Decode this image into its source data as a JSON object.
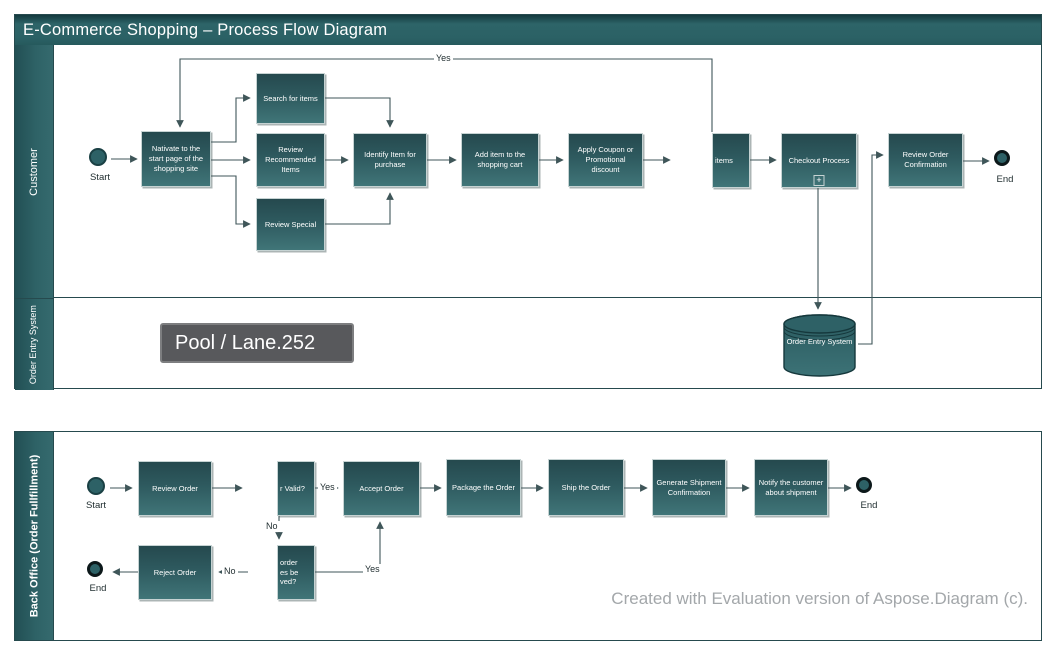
{
  "pool1": {
    "title": "E-Commerce Shopping – Process Flow Diagram",
    "lane_customer": "Customer",
    "lane_order_entry": "Order Entry System",
    "start_label": "Start",
    "end_label": "End",
    "yes_label": "Yes",
    "nodes": {
      "navigate": "Nativate to the start page of the shopping site",
      "search_items": "Search for items",
      "review_recommended": "Review Recommended Items",
      "review_special": "Review Special",
      "identify_item": "Identify Item for purchase",
      "add_item": "Add item to the shopping cart",
      "apply_coupon": "Apply Coupon or Promotional discount",
      "items_clipped": "items",
      "checkout": "Checkout Process",
      "checkout_plus": "+",
      "review_confirmation": "Review Order Confirmation",
      "datastore": "Order Entry System"
    }
  },
  "tooltip_label": "Pool / Lane.252",
  "pool2": {
    "lane_label": "Back Office (Order Fullfillment)",
    "start_label": "Start",
    "end_label": "End",
    "nodes": {
      "review_order": "Review Order",
      "valid_clipped": "r Valid?",
      "accept_order": "Accept Order",
      "package_order": "Package the Order",
      "ship_order": "Ship the Order",
      "generate_confirmation": "Generate Shipment Confirmation",
      "notify_customer": "Notify the customer about shipment",
      "reject_order": "Reject Order",
      "resolve_l1": "order",
      "resolve_l2": "es be",
      "resolve_l3": "ved?"
    },
    "labels": {
      "yes1": "Yes",
      "no1": "No",
      "yes2": "Yes",
      "no2": "No"
    }
  },
  "watermark": "Created with Evaluation version of Aspose.Diagram (c).",
  "colors": {
    "header_teal": "#2b6165",
    "box_gradient_top": "#25494e",
    "box_gradient_bottom": "#407578",
    "lane_teal": "#2e6266",
    "connector": "#3f5659",
    "tooltip_bg": "#58595c",
    "watermark_gray": "#a3a7aa"
  }
}
